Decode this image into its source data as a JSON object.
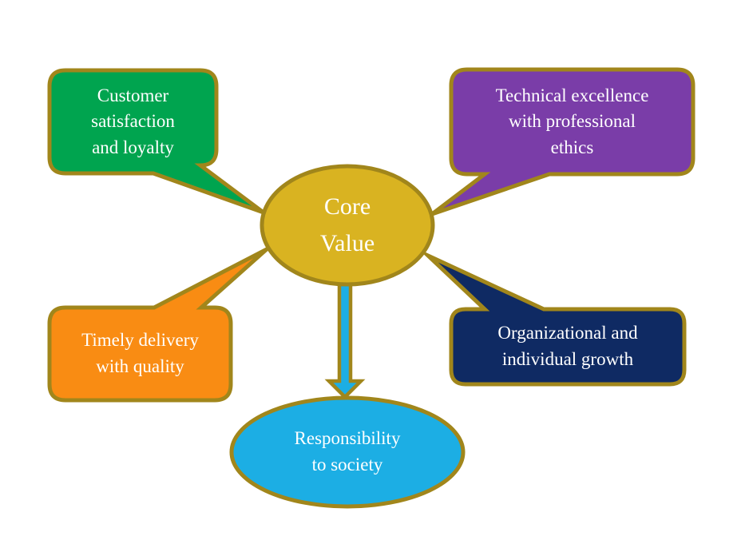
{
  "diagram": {
    "center": {
      "label": "Core\nValue"
    },
    "bubbles": [
      {
        "id": "customer-satisfaction",
        "label": "Customer\nsatisfaction\nand loyalty"
      },
      {
        "id": "technical-excellence",
        "label": "Technical excellence\nwith professional\nethics"
      },
      {
        "id": "timely-delivery",
        "label": "Timely delivery\nwith quality"
      },
      {
        "id": "organizational-growth",
        "label": "Organizational and\nindividual growth"
      }
    ],
    "satellite": {
      "label": "Responsibility\nto society"
    }
  },
  "colors": {
    "border_gold": "#A1861B",
    "center_gold": "#D9B321",
    "green": "#00A44F",
    "purple": "#7A3DA8",
    "orange": "#F98C13",
    "navy": "#0F2A63",
    "cyan": "#1CAEE4",
    "text": "#FFFFFF"
  }
}
